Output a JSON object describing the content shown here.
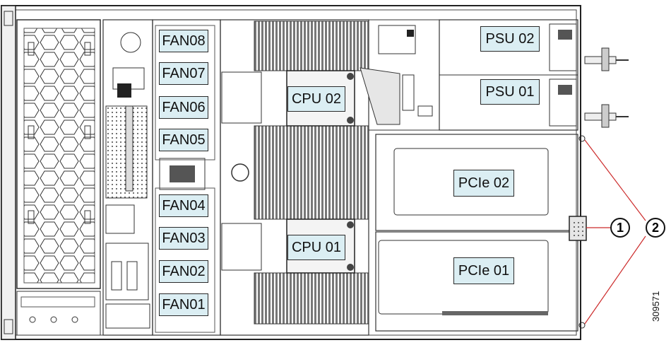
{
  "figure_id": "309571",
  "components": {
    "fans": [
      "FAN08",
      "FAN07",
      "FAN06",
      "FAN05",
      "FAN04",
      "FAN03",
      "FAN02",
      "FAN01"
    ],
    "cpus": [
      "CPU 02",
      "CPU 01"
    ],
    "psus": [
      "PSU 02",
      "PSU 01"
    ],
    "pcie": [
      "PCIe 02",
      "PCIe 01"
    ]
  },
  "callouts": [
    "1",
    "2"
  ],
  "colors": {
    "label_fill": "#dbeef3",
    "line": "#222222",
    "callout_line": "#cc2b2b"
  }
}
